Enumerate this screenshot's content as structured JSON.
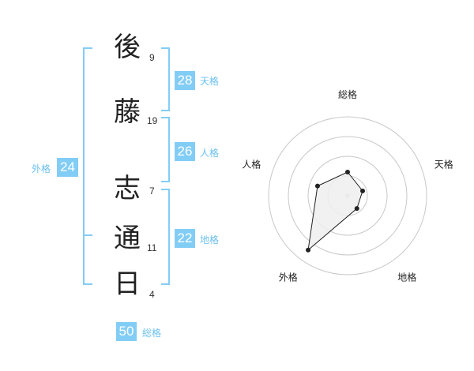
{
  "colors": {
    "accent": "#82cdf6",
    "label": "#6cc0f0",
    "bracket": "#82cdf6",
    "ring": "#c8c8c8",
    "polygon_fill": "#eeeeee",
    "polygon_stroke": "#222222"
  },
  "name": {
    "chars": [
      {
        "char": "後",
        "strokes": "9"
      },
      {
        "char": "藤",
        "strokes": "19"
      },
      {
        "char": "志",
        "strokes": "7"
      },
      {
        "char": "通",
        "strokes": "11"
      },
      {
        "char": "日",
        "strokes": "4"
      }
    ]
  },
  "scores": {
    "tenkaku": {
      "value": "28",
      "label": "天格"
    },
    "jinkaku": {
      "value": "26",
      "label": "人格"
    },
    "chikaku": {
      "value": "22",
      "label": "地格"
    },
    "gaikaku": {
      "value": "24",
      "label": "外格"
    },
    "soukaku": {
      "value": "50",
      "label": "総格"
    }
  },
  "chart_data": {
    "type": "radar",
    "axes": [
      "総格",
      "天格",
      "地格",
      "外格",
      "人格"
    ],
    "values": [
      0.3,
      0.2,
      0.2,
      0.85,
      0.4
    ],
    "rings": 4
  }
}
